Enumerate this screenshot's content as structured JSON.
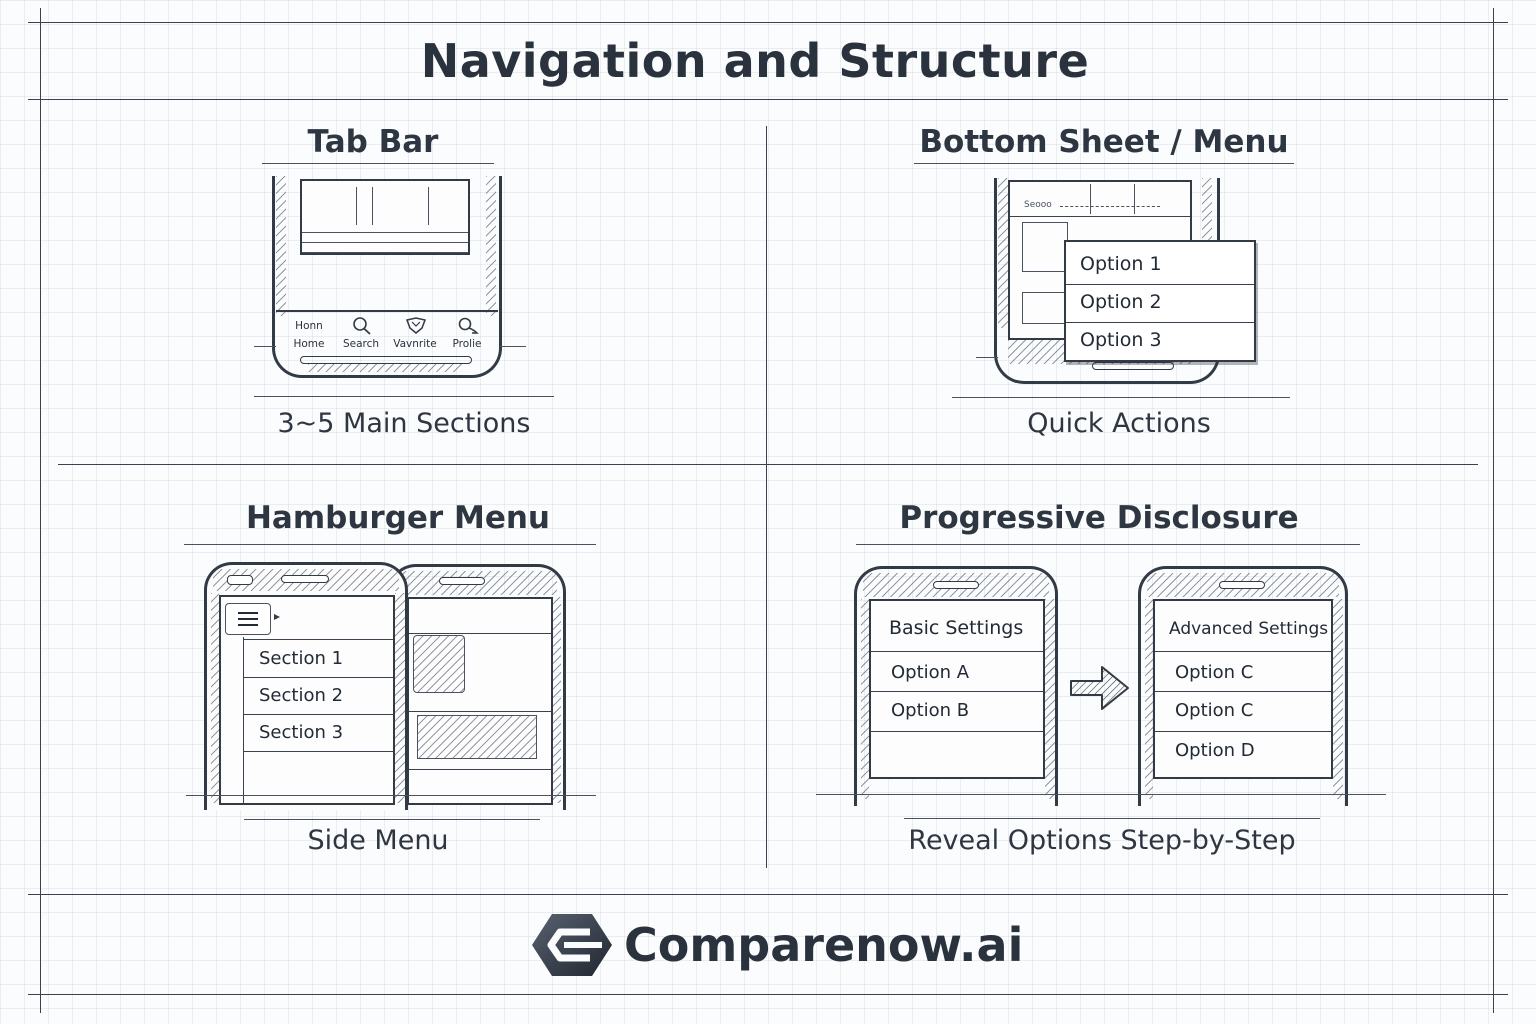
{
  "title": "Navigation and Structure",
  "tab_bar": {
    "heading": "Tab Bar",
    "caption": "3~5 Main Sections",
    "tabs": [
      {
        "icon_label": "Honn",
        "label": "Home",
        "icon": "home-icon"
      },
      {
        "icon_label": "",
        "label": "Search",
        "icon": "search-icon"
      },
      {
        "icon_label": "",
        "label": "Vavnrite",
        "icon": "favorite-icon"
      },
      {
        "icon_label": "",
        "label": "Prolie",
        "icon": "profile-icon"
      }
    ]
  },
  "bottom_sheet": {
    "heading": "Bottom Sheet / Menu",
    "caption": "Quick Actions",
    "screen_label": "Seooo",
    "options": [
      "Option 1",
      "Option 2",
      "Option 3"
    ]
  },
  "hamburger": {
    "heading": "Hamburger Menu",
    "caption": "Side Menu",
    "sections": [
      "Section 1",
      "Section 2",
      "Section 3"
    ]
  },
  "progressive": {
    "heading": "Progressive Disclosure",
    "caption": "Reveal Options Step-by-Step",
    "basic": {
      "title": "Basic Settings",
      "options": [
        "Option A",
        "Option B"
      ]
    },
    "advanced": {
      "title": "Advanced Settings",
      "options": [
        "Option C",
        "Option C",
        "Option D"
      ]
    }
  },
  "brand": "Comparenow.ai",
  "colors": {
    "ink": "#2b3340",
    "paper": "#fbfcfd",
    "grid": "#dfe3e8"
  }
}
